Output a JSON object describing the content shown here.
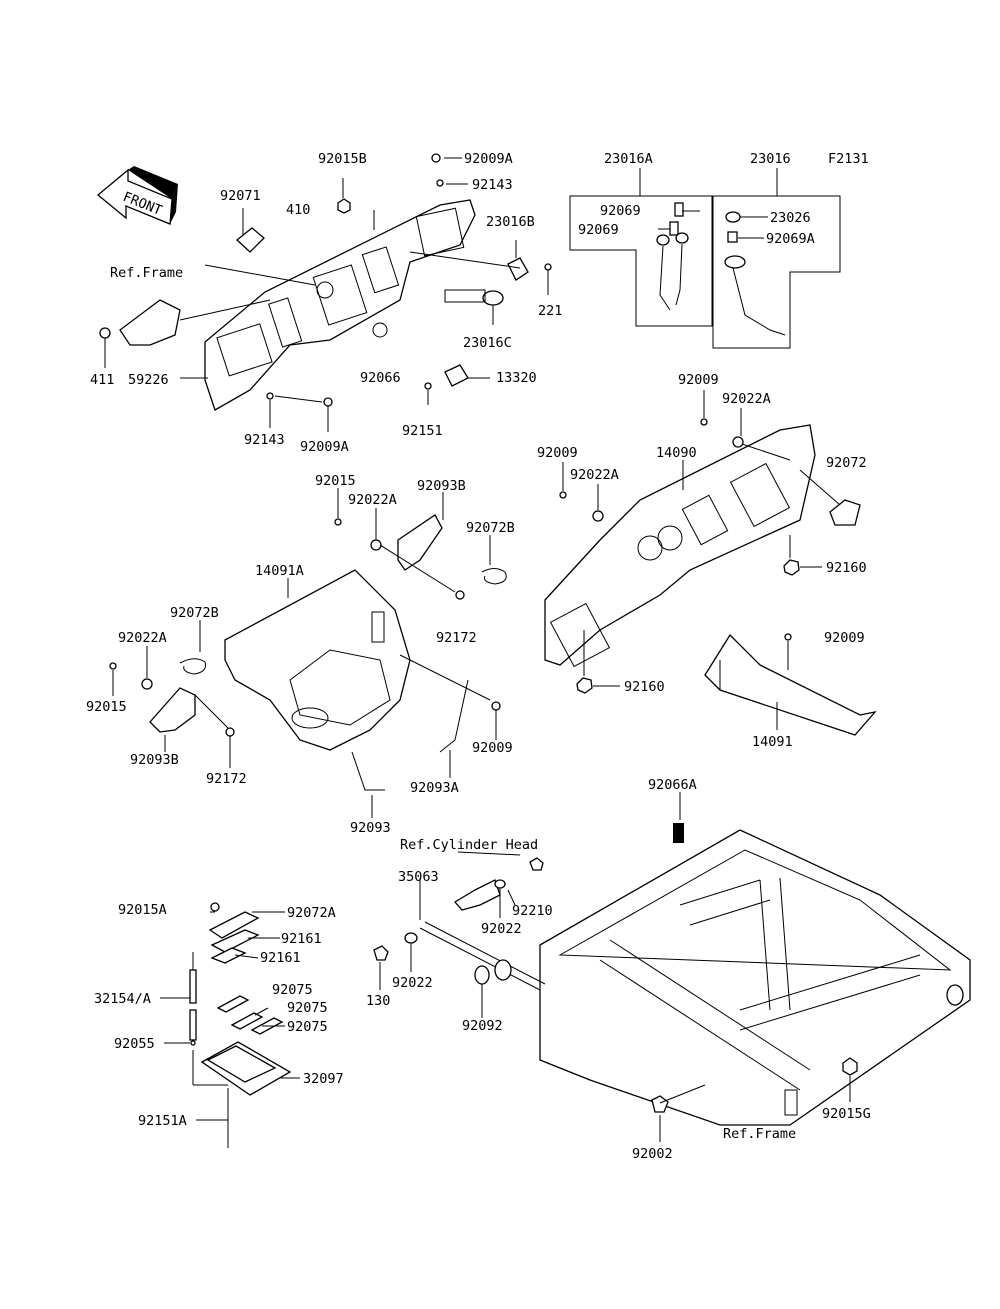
{
  "figure_code": "F2131",
  "front_label": "FRONT",
  "labels": {
    "p92015B": "92015B",
    "p92009A_top": "92009A",
    "p92143_top": "92143",
    "p23016A": "23016A",
    "p23016": "23016",
    "p92071": "92071",
    "p410": "410",
    "ref_frame_top": "Ref.Frame",
    "p23016B": "23016B",
    "p221": "221",
    "p23016C": "23016C",
    "p92069_a": "92069",
    "p92069_b": "92069",
    "p23026": "23026",
    "p92069A": "92069A",
    "p411": "411",
    "p59226": "59226",
    "p92066": "92066",
    "p13320": "13320",
    "p92151": "92151",
    "p92143_bot": "92143",
    "p92009A_bot": "92009A",
    "p92009_r1": "92009",
    "p92022A_r1": "92022A",
    "p92009_r2": "92009",
    "p92022A_r2": "92022A",
    "p14090": "14090",
    "p92072": "92072",
    "p92160_r": "92160",
    "p92160_l": "92160",
    "p92015_c": "92015",
    "p92022A_c": "92022A",
    "p92093B_c": "92093B",
    "p92072B_c": "92072B",
    "p14091A": "14091A",
    "p92072B_l": "92072B",
    "p92022A_l": "92022A",
    "p92015_l": "92015",
    "p92172_c": "92172",
    "p92093B_l": "92093B",
    "p92172_l": "92172",
    "p92009_c": "92009",
    "p92093A": "92093A",
    "p92093": "92093",
    "p92009_rr": "92009",
    "p14091": "14091",
    "p92066A": "92066A",
    "ref_cyl": "Ref.Cylinder Head",
    "p35063": "35063",
    "p92210": "92210",
    "p92022_a": "92022",
    "p130": "130",
    "p92022_b": "92022",
    "p92092": "92092",
    "p92015A": "92015A",
    "p92072A": "92072A",
    "p92161_a": "92161",
    "p92161_b": "92161",
    "p32154": "32154/A",
    "p92075_a": "92075",
    "p92075_b": "92075",
    "p92075_c": "92075",
    "p92055": "92055",
    "p32097": "32097",
    "p92151A": "92151A",
    "p92002": "92002",
    "ref_frame_bot": "Ref.Frame",
    "p92015G": "92015G"
  }
}
